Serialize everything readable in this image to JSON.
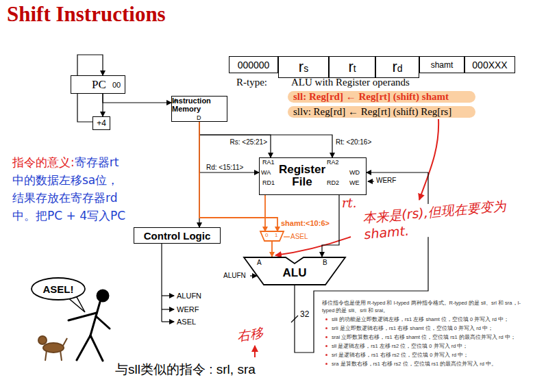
{
  "diagram": {
    "title": "Shift Instructions",
    "nodes": [
      {
        "text": [
          "000000"
        ]
      },
      {
        "text": [
          "rs"
        ]
      },
      {
        "text": [
          "rt"
        ]
      },
      {
        "text": [
          "rd"
        ]
      },
      {
        "text": [
          "shamt"
        ]
      },
      {
        "text": [
          "000XXX"
        ]
      },
      {
        "text": [
          "PC",
          "00"
        ]
      },
      {
        "text": [
          "+4"
        ]
      },
      {
        "text": [
          "Instruction Memory",
          "A",
          "D"
        ]
      },
      {
        "text": [
          "Register File",
          "RA1",
          "RA2",
          "WA",
          "WD",
          "RD1",
          "RD2",
          "WE"
        ]
      },
      {
        "text": [
          "0",
          "1"
        ]
      },
      {
        "text": [
          "ALU",
          "A",
          "B"
        ]
      },
      {
        "text": [
          "Control Logic"
        ]
      },
      {
        "text": [
          "ASEL!"
        ]
      }
    ],
    "edges": [
      {
        "from": 6,
        "to": 8,
        "arrow": "to"
      },
      {
        "from": 6,
        "to": 7,
        "arrow": "to"
      },
      {
        "from": 7,
        "to": 6,
        "arrow": "to"
      },
      {
        "from": 8,
        "to": 9,
        "label": "Rs: <25:21>",
        "arrow": "to"
      },
      {
        "from": 8,
        "to": 9,
        "label": "Rt: <20:16>",
        "arrow": "to"
      },
      {
        "from": 8,
        "to": 9,
        "label": "Rd: <15:11>",
        "arrow": "to"
      },
      {
        "from": 8,
        "to": 12,
        "arrow": "to"
      },
      {
        "from": 8,
        "to": 10,
        "label": "shamt:<10:6>",
        "arrow": "to"
      },
      {
        "from": 9,
        "to": 10,
        "arrow": "to"
      },
      {
        "from": 10,
        "to": 11,
        "arrow": "to"
      },
      {
        "from": 9,
        "to": 11,
        "arrow": "to"
      },
      {
        "from": 11,
        "to": 9,
        "label": "32",
        "arrow": "to"
      }
    ],
    "labels": [
      "R-type:",
      "ALU with Register operands",
      "sll: Reg[rd] ← Reg[rt] (shift) shamt",
      "sllv: Reg[rd] ← Reg[rt] (shift) Reg[rs]",
      "指令的意义:",
      "寄存器rt中的数据左移sa位，结果存放在寄存器rd中。把PC + 4写入PC",
      "rt.",
      "本来是(rs),但现在要变为 shamt.",
      "ASEL",
      "ALUFN",
      "WERF",
      "ALUFN",
      "WERF",
      "ASEL",
      "右移",
      "与sll类似的指令 : srl, sra",
      "移位指令也是使用 R-typed 和 I-typed 两种指令格式。R-typed 的是 sll、srl 和 sra，I-typed 的是 slli、srli 和 srai。",
      "slli 的功能是立即数逻辑左移，rs1 左移 shamt 位，空位填 0 并写入 rd 中；",
      "srli 是立即数逻辑右移，rs1 右移 shamt 位，空位填 0 并写入 rd 中；",
      "srai 立即数算数右移，rs1 右移 shamt 位，空位填 rs1 的最高位并写入 rd 中；",
      "sll 是逻辑左移，rs1 左移 rs2 位，空位填 0 并写入 rd 中；",
      "srl 是逻辑右移，rs1 右移 rs2 位，空位填 0 并写入 rd 中；",
      "sra 是算数右移，rs1 右移 rs2 位，空位填 rs1 的最高位并写入 rd 中。"
    ]
  }
}
